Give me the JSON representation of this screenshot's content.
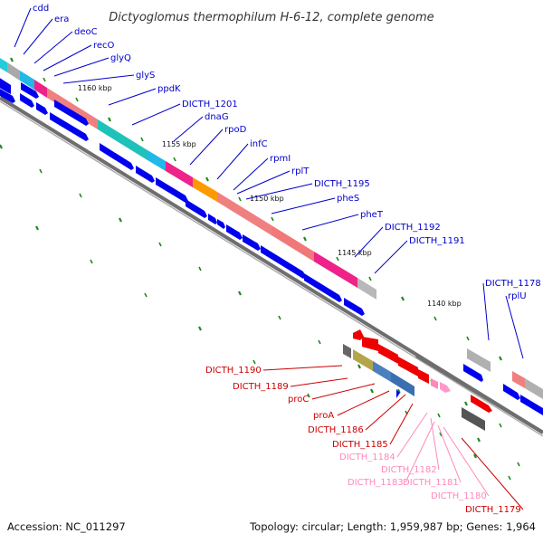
{
  "title": "Dictyoglomus thermophilum H-6-12, complete genome",
  "footer": {
    "accession": "Accession: NC_011297",
    "summary": "Topology: circular; Length: 1,959,987 bp; Genes: 1,964"
  },
  "scale_labels": [
    "1160 kbp",
    "1155 kbp",
    "1150 kbp",
    "1145 kbp",
    "1140 kbp"
  ],
  "colors": {
    "forward_label": "#0000cc",
    "reverse_label": "#cc0000",
    "reverse_label_light": "#ff88bb",
    "tick": "#1f8a1f",
    "backbone": "#707070"
  },
  "gene_labels": [
    {
      "text": "cdd",
      "strand": "forward"
    },
    {
      "text": "era",
      "strand": "forward"
    },
    {
      "text": "deoC",
      "strand": "forward"
    },
    {
      "text": "recO",
      "strand": "forward"
    },
    {
      "text": "glyQ",
      "strand": "forward"
    },
    {
      "text": "glyS",
      "strand": "forward"
    },
    {
      "text": "ppdK",
      "strand": "forward"
    },
    {
      "text": "DICTH_1201",
      "strand": "forward"
    },
    {
      "text": "dnaG",
      "strand": "forward"
    },
    {
      "text": "rpoD",
      "strand": "forward"
    },
    {
      "text": "infC",
      "strand": "forward"
    },
    {
      "text": "rpmI",
      "strand": "forward"
    },
    {
      "text": "rplT",
      "strand": "forward"
    },
    {
      "text": "DICTH_1195",
      "strand": "forward"
    },
    {
      "text": "pheS",
      "strand": "forward"
    },
    {
      "text": "pheT",
      "strand": "forward"
    },
    {
      "text": "DICTH_1192",
      "strand": "forward"
    },
    {
      "text": "DICTH_1191",
      "strand": "forward"
    },
    {
      "text": "DICTH_1178",
      "strand": "forward"
    },
    {
      "text": "rplU",
      "strand": "forward"
    },
    {
      "text": "DICTH_1190",
      "strand": "reverse"
    },
    {
      "text": "DICTH_1189",
      "strand": "reverse"
    },
    {
      "text": "proC",
      "strand": "reverse"
    },
    {
      "text": "proA",
      "strand": "reverse"
    },
    {
      "text": "DICTH_1186",
      "strand": "reverse"
    },
    {
      "text": "DICTH_1185",
      "strand": "reverse"
    },
    {
      "text": "DICTH_1184",
      "strand": "reverse_light"
    },
    {
      "text": "DICTH_1182",
      "strand": "reverse_light"
    },
    {
      "text": "DICTH_1183",
      "strand": "reverse_light"
    },
    {
      "text": "DICTH_1181",
      "strand": "reverse_light"
    },
    {
      "text": "DICTH_1180",
      "strand": "reverse_light"
    },
    {
      "text": "DICTH_1179",
      "strand": "reverse"
    }
  ]
}
